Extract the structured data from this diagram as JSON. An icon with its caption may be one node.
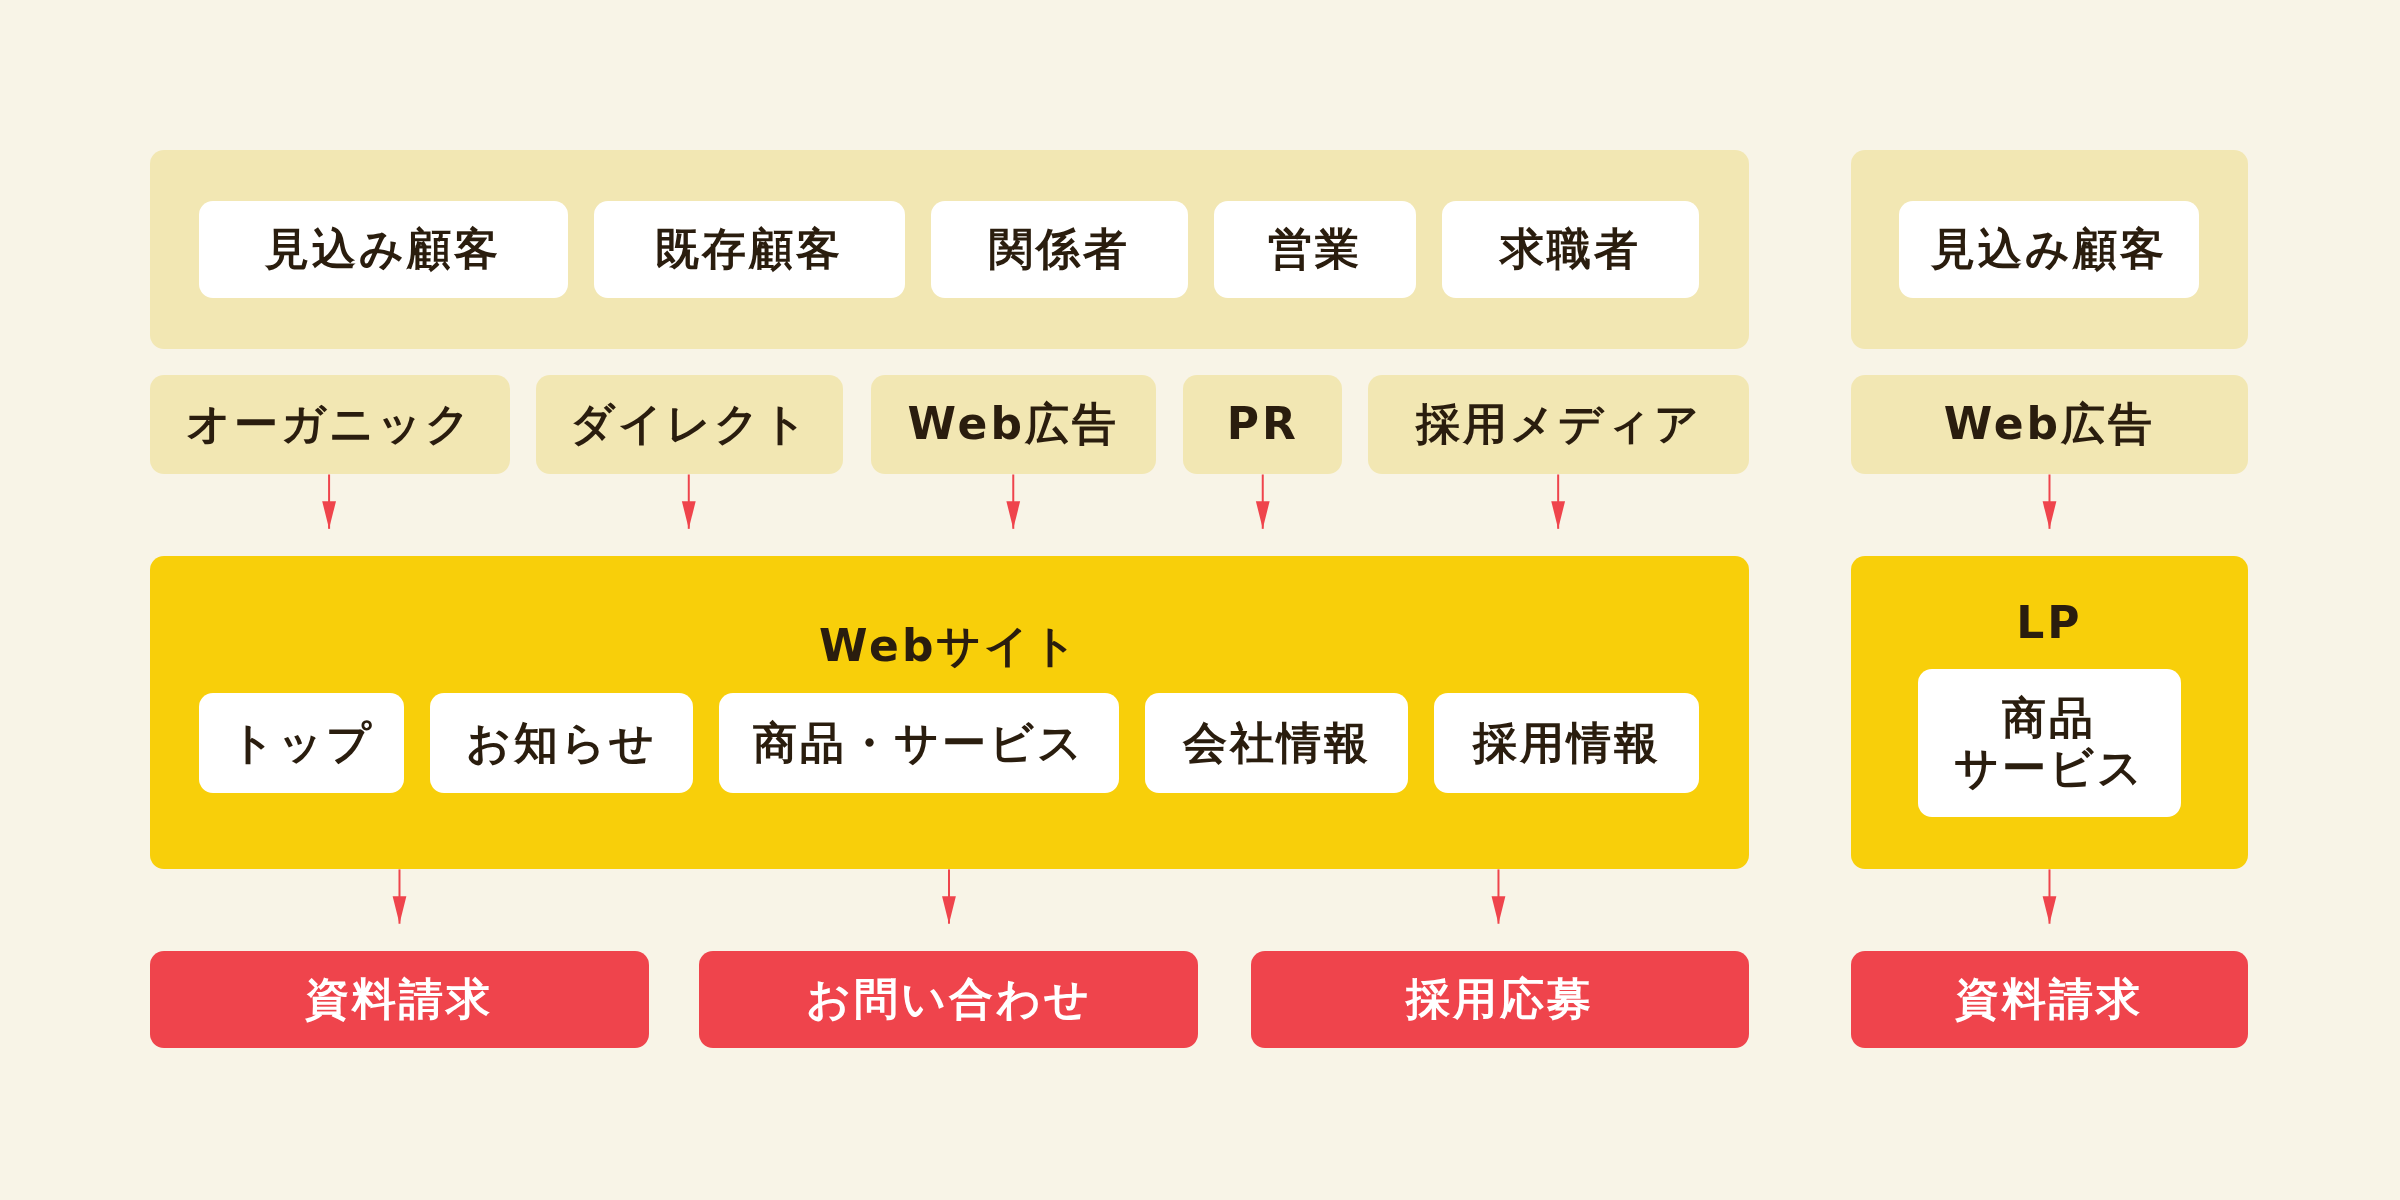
{
  "diagram": {
    "nodes": [
      {
        "text": [],
        "shape": "box"
      },
      {
        "text": [
          "見込み顧客"
        ],
        "in": 0
      },
      {
        "text": [
          "既存顧客"
        ],
        "in": 0
      },
      {
        "text": [
          "関係者"
        ],
        "in": 0
      },
      {
        "text": [
          "営業"
        ],
        "in": 0
      },
      {
        "text": [
          "求職者"
        ],
        "in": 0
      },
      {
        "text": [],
        "shape": "box"
      },
      {
        "text": [
          "見込み顧客"
        ],
        "in": 6
      },
      {
        "text": [
          "オーガニック"
        ]
      },
      {
        "text": [
          "ダイレクト"
        ]
      },
      {
        "text": [
          "Web広告"
        ]
      },
      {
        "text": [
          "PR"
        ]
      },
      {
        "text": [
          "採用メディア"
        ]
      },
      {
        "text": [
          "Web広告"
        ]
      },
      {
        "text": [
          "Webサイト"
        ]
      },
      {
        "text": [
          "トップ"
        ],
        "in": 14
      },
      {
        "text": [
          "お知らせ"
        ],
        "in": 14
      },
      {
        "text": [
          "商品・サービス"
        ],
        "in": 14
      },
      {
        "text": [
          "会社情報"
        ],
        "in": 14
      },
      {
        "text": [
          "採用情報"
        ],
        "in": 14
      },
      {
        "text": [
          "LP"
        ]
      },
      {
        "text": [
          "商品サービス"
        ],
        "in": 20
      },
      {
        "text": [
          "資料請求"
        ]
      },
      {
        "text": [
          "お問い合わせ"
        ]
      },
      {
        "text": [
          "採用応募"
        ]
      },
      {
        "text": [
          "資料請求"
        ]
      }
    ],
    "edges": [
      {
        "from": 8,
        "to": 14,
        "arrow": "to"
      },
      {
        "from": 9,
        "to": 14,
        "arrow": "to"
      },
      {
        "from": 10,
        "to": 14,
        "arrow": "to"
      },
      {
        "from": 11,
        "to": 14,
        "arrow": "to"
      },
      {
        "from": 12,
        "to": 14,
        "arrow": "to"
      },
      {
        "from": 13,
        "to": 20,
        "arrow": "to"
      },
      {
        "from": 14,
        "to": 22,
        "arrow": "to"
      },
      {
        "from": 14,
        "to": 23,
        "arrow": "to"
      },
      {
        "from": 14,
        "to": 24,
        "arrow": "to"
      },
      {
        "from": 20,
        "to": 25,
        "arrow": "to"
      }
    ]
  }
}
